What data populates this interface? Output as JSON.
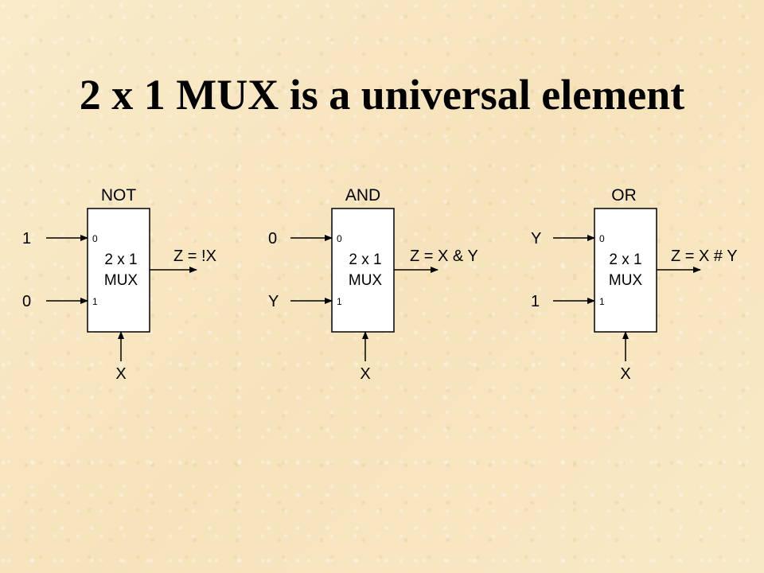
{
  "title": "2 x 1 MUX is a universal element",
  "mux_label_line1": "2 x 1",
  "mux_label_line2": "MUX",
  "port_0": "0",
  "port_1": "1",
  "colors": {
    "background": "#f8e8c4",
    "ink": "#000000",
    "box_fill": "#ffffff"
  },
  "gates": [
    {
      "name": "NOT",
      "input0": "1",
      "input1": "0",
      "select": "X",
      "output": "Z = !X"
    },
    {
      "name": "AND",
      "input0": "0",
      "input1": "Y",
      "select": "X",
      "output": "Z = X & Y"
    },
    {
      "name": "OR",
      "input0": "Y",
      "input1": "1",
      "select": "X",
      "output": "Z = X # Y"
    }
  ]
}
